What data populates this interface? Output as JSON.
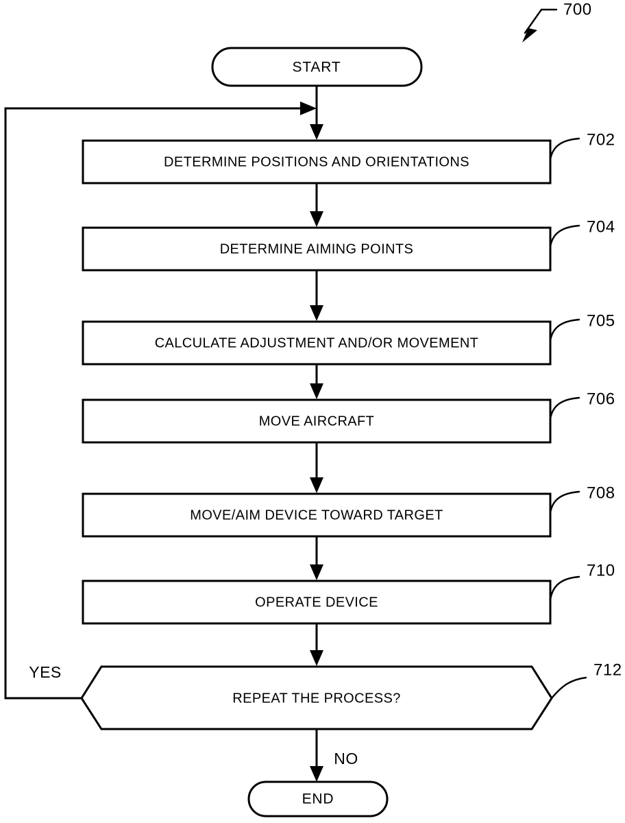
{
  "figure": {
    "number_label": "700",
    "start_label": "START",
    "end_label": "END"
  },
  "steps": [
    {
      "ref": "702",
      "label": "DETERMINE POSITIONS AND ORIENTATIONS"
    },
    {
      "ref": "704",
      "label": "DETERMINE AIMING POINTS"
    },
    {
      "ref": "705",
      "label": "CALCULATE ADJUSTMENT AND/OR MOVEMENT"
    },
    {
      "ref": "706",
      "label": "MOVE AIRCRAFT"
    },
    {
      "ref": "708",
      "label": "MOVE/AIM DEVICE TOWARD TARGET"
    },
    {
      "ref": "710",
      "label": "OPERATE DEVICE"
    }
  ],
  "decision": {
    "ref": "712",
    "label": "REPEAT THE PROCESS?",
    "yes_label": "YES",
    "no_label": "NO"
  },
  "colors": {
    "ink": "#000000",
    "paper": "#ffffff"
  }
}
